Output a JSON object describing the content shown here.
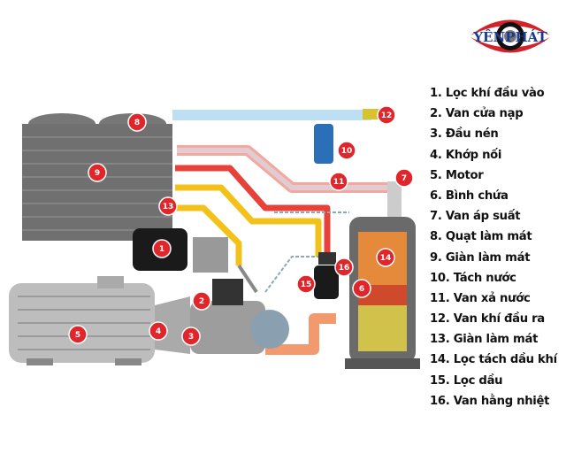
{
  "logo": {
    "text": "YÊNPHÁT",
    "colors": {
      "red": "#d2232a",
      "blue": "#1b3b8f"
    }
  },
  "legend": [
    "1. Lọc khí đầu vào",
    "2. Van cửa nạp",
    "3. Đầu nén",
    "4. Khớp nối",
    "5. Motor",
    "6. Bình chứa",
    "7. Van áp suất",
    "8. Quạt làm mát",
    "9. Giàn làm mát",
    "10. Tách nước",
    "11. Van xả nước",
    "12. Van khí đầu ra",
    "13. Giàn làm mát",
    "14. Lọc tách dầu khí",
    "15. Lọc dầu",
    "16. Van hằng nhiệt"
  ],
  "markers": [
    "1",
    "2",
    "3",
    "4",
    "5",
    "6",
    "7",
    "8",
    "9",
    "10",
    "11",
    "12",
    "13",
    "14",
    "15",
    "16"
  ],
  "colors": {
    "marker": "#e0262b",
    "hot_pipe": "#e8413a",
    "oil_pipe": "#f2c21b",
    "air_pipe": "#bfe0f2"
  }
}
